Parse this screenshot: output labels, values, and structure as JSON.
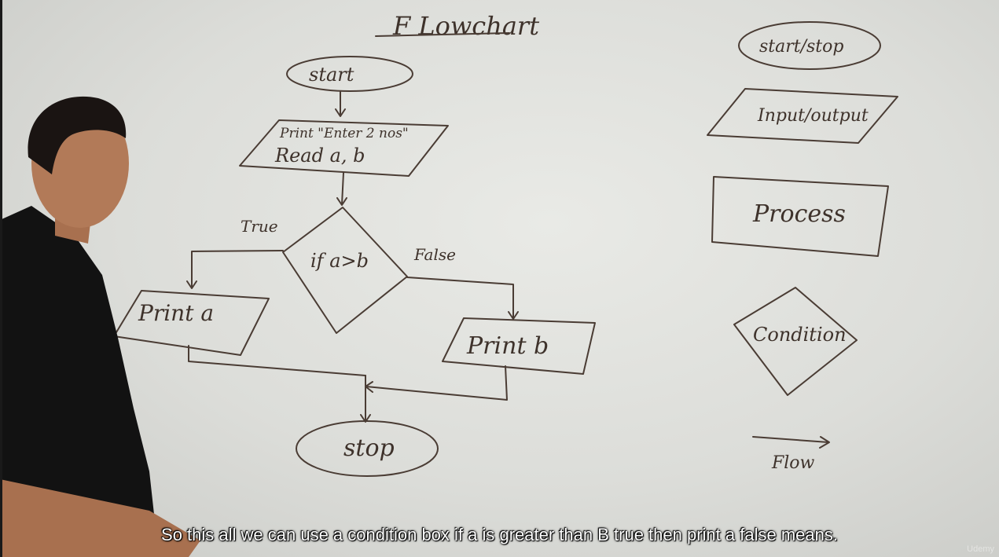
{
  "board": {
    "title": "F Lowchart",
    "flowchart": {
      "start": "start",
      "input_line1": "Print \"Enter 2 nos\"",
      "input_line2": "Read a, b",
      "condition": "if a>b",
      "true_label": "True",
      "false_label": "False",
      "print_a": "Print a",
      "print_b": "Print b",
      "stop": "stop"
    },
    "legend": {
      "start_stop": "start/stop",
      "input_output": "Input/output",
      "process": "Process",
      "condition": "Condition",
      "flow": "Flow"
    }
  },
  "video": {
    "subtitle": "So this all we can use a condition box if a is greater than B true then print a false means.",
    "watermark": "Udemy"
  },
  "colors": {
    "ink": "#4a3c34",
    "board": "#e2e3df",
    "shirt": "#121212",
    "skin": "#b27a58"
  }
}
